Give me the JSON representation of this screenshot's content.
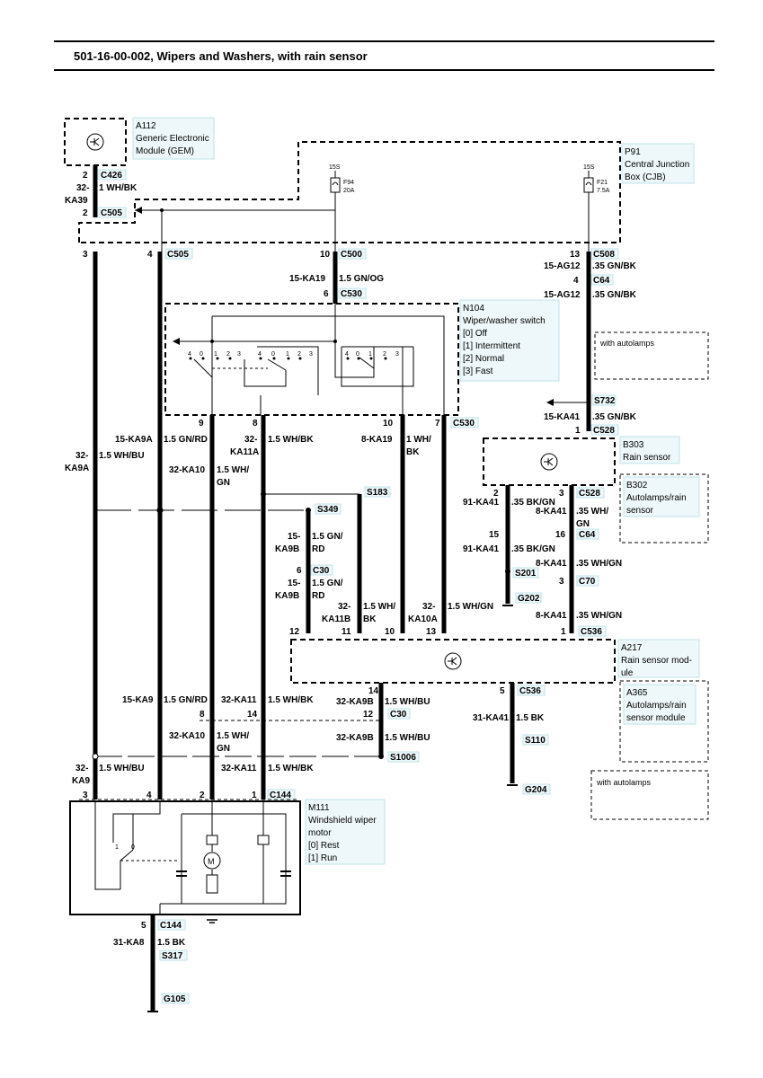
{
  "title": "501-16-00-002, Wipers and Washers, with rain sensor",
  "components": {
    "a112": {
      "id": "A112",
      "lines": [
        "Generic Electronic",
        "Module (GEM)"
      ]
    },
    "p91": {
      "id": "P91",
      "lines": [
        "Central Junction",
        "Box (CJB)"
      ]
    },
    "n104": {
      "id": "N104",
      "lines": [
        "Wiper/washer switch",
        "[0] Off",
        "[1] Intermittent",
        "[2] Normal",
        "[3] Fast"
      ]
    },
    "b303": {
      "id": "B303",
      "lines": [
        "Rain sensor"
      ]
    },
    "b302": {
      "id": "B302",
      "lines": [
        "Autolamps/rain",
        "sensor"
      ]
    },
    "a217": {
      "id": "A217",
      "lines": [
        "Rain sensor mod-",
        "ule"
      ]
    },
    "a365": {
      "id": "A365",
      "lines": [
        "Autolamps/rain",
        "sensor module"
      ]
    },
    "m111": {
      "id": "M111",
      "lines": [
        "Windshield wiper",
        "motor",
        "[0] Rest",
        "[1] Run"
      ]
    },
    "autolamps1": "with autolamps",
    "autolamps2": "with autolamps"
  },
  "fuses": {
    "f94": {
      "supply": "15S",
      "name": "F94",
      "rating": "20A"
    },
    "f21": {
      "supply": "15S",
      "name": "F21",
      "rating": "7.5A"
    }
  },
  "connectors": {
    "c426": "C426",
    "c505a": "C505",
    "c505b": "C505",
    "c500": "C500",
    "c530a": "C530",
    "c530b": "C530",
    "c530c": "C30",
    "c30a": "C30",
    "c508": "C508",
    "c64a": "C64",
    "c64b": "C64",
    "c528a": "C528",
    "c528b": "C528",
    "c70": "C70",
    "c536a": "C536",
    "c536b": "C536",
    "c144a": "C144",
    "c144b": "C144",
    "s732": "S732",
    "s183": "S183",
    "s349": "S349",
    "s201": "S201",
    "s1006": "S1006",
    "s110": "S110",
    "s317": "S317",
    "g202": "G202",
    "g204": "G204",
    "g105": "G105"
  },
  "wires": {
    "gem_pin2": "2",
    "gem_circ": "32-",
    "gem_circ2": "KA39",
    "gem_wire": "1 WH/BK",
    "gem_pin2b": "2",
    "pin3": "3",
    "pin4": "4",
    "pin10": "10",
    "pin13": "13",
    "pin4b": "4",
    "pin6": "6",
    "w_ka19": "15-KA19",
    "w_ka19c": "1.5 GN/OG",
    "w_ag12a": "15-AG12",
    "w_ag12ac": ".35 GN/BK",
    "w_ag12b": "15-AG12",
    "w_ag12bc": ".35 GN/BK",
    "sw9": "9",
    "sw8": "8",
    "sw10": "10",
    "sw7": "7",
    "w_ka9a_l": "32-",
    "w_ka9a_l2": "KA9A",
    "w_ka9a_c": "1.5 WH/BU",
    "w_ka9a2": "15-KA9A",
    "w_ka9a2c": "1.5 GN/RD",
    "w_ka11a": "32-",
    "w_ka11a2": "KA11A",
    "w_ka11ac": "1.5 WH/BK",
    "w_ka10": "32-KA10",
    "w_ka10c": "1.5 WH/",
    "w_ka10c2": "GN",
    "w_ka19b": "8-KA19",
    "w_ka19bc": "1 WH/",
    "w_ka19bc2": "BK",
    "w_ka41a": "15-KA41",
    "w_ka41ac": ".35 GN/BK",
    "pin1a": "1",
    "w_ka9b": "15-",
    "w_ka9b2": "KA9B",
    "w_ka9bc": "1.5 GN/",
    "w_ka9bc2": "RD",
    "pin6b": "6",
    "w_ka9b3": "15-",
    "w_ka9b4": "KA9B",
    "w_ka9b3c": "1.5 GN/",
    "w_ka9b3c2": "RD",
    "w_ka11b": "32-",
    "w_ka11b2": "KA11B",
    "w_ka11bc": "1.5 WH/",
    "w_ka11bc2": "BK",
    "w_ka10a": "32-",
    "w_ka10a2": "KA10A",
    "w_ka10ac": "1.5 WH/GN",
    "pin2c": "2",
    "w_91a": "91-KA41",
    "w_91ac": ".35 BK/GN",
    "pin3c": "3",
    "w_8a": "8-KA41",
    "w_8ac": ".35 WH/",
    "w_8ac2": "GN",
    "pin15": "15",
    "pin16": "16",
    "w_91b": "91-KA41",
    "w_91bc": ".35 BK/GN",
    "w_8b": "8-KA41",
    "w_8bc": ".35 WH/GN",
    "pin3d": "3",
    "w_8c": "8-KA41",
    "w_8cc": ".35 WH/GN",
    "pin12": "12",
    "pin11": "11",
    "pin10b": "10",
    "pin13b": "13",
    "pin1b": "1",
    "pin14": "14",
    "pin5": "5",
    "w_ka9c": "15-KA9",
    "w_ka9cc": "1.5 GN/RD",
    "w_ka11c": "32-KA11",
    "w_ka11cc": "1.5 WH/BK",
    "w_ka9b5": "32-KA9B",
    "w_ka9b5c": "1.5 WH/BU",
    "pin8b": "8",
    "pin14b": "14",
    "pin12b": "12",
    "w_31a": "31-KA41",
    "w_31ac": "1.5 BK",
    "w_ka10b": "32-KA10",
    "w_ka10bc": "1.5 WH/",
    "w_ka10bc2": "GN",
    "w_ka9b6": "32-KA9B",
    "w_ka9b6c": "1.5 WH/BU",
    "w_ka9d": "32-",
    "w_ka9d2": "KA9",
    "w_ka9dc": "1.5 WH/BU",
    "w_ka11d": "32-KA11",
    "w_ka11dc": "1.5 WH/BK",
    "m3": "3",
    "m4": "4",
    "m2": "2",
    "m1": "1",
    "m5": "5",
    "w_ka8": "31-KA8",
    "w_ka8c": "1.5 BK",
    "sw_pos": [
      "4",
      "0",
      "1",
      "2",
      "3"
    ],
    "m_pos": [
      "1",
      "0"
    ]
  }
}
